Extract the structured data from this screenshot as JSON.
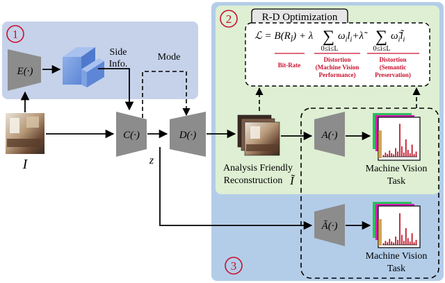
{
  "regions": {
    "r1": {
      "number": "1",
      "color": "#c6d2ea"
    },
    "r2": {
      "number": "2",
      "color": "#deefd3"
    },
    "r3": {
      "number": "3",
      "color": "#b3cde9"
    },
    "badge_color": "#c8102e"
  },
  "modules": {
    "encoder": "E(·)",
    "compressor": "C(·)",
    "decoder": "D(·)",
    "analysis": "A(·)",
    "analysis_tilde": "Ã(·)",
    "module_fill": "#8c8c8c"
  },
  "labels": {
    "side_info_line1": "Side",
    "side_info_line2": "Info.",
    "mode": "Mode",
    "input": "I",
    "latent": "z",
    "recon_line1": "Analysis Friendly",
    "recon_line2": "Reconstruction",
    "recon_symbol": "Ĩ",
    "mv_task_line1": "Machine Vision",
    "mv_task_line2": "Task"
  },
  "optimization": {
    "title": "R-D Optimization",
    "equation": "ℒ = B(R_Î) + λ Σ ω_i l_i + λ̃ Σ ω̃_i l̃_i",
    "sum_range_1": "0≤i≤L",
    "sum_range_2": "0≤i≤L",
    "term1": "Bit-Rate",
    "term2_line1": "Distortion",
    "term2_line2": "(Machine Vision",
    "term2_line3": "Performance)",
    "term3_line1": "Distortion",
    "term3_line2": "(Semantic",
    "term3_line3": "Preservation)",
    "term_color": "#c8102e"
  },
  "histogram": {
    "bar_color": "#c0152a",
    "values": [
      0.05,
      0.12,
      0.08,
      0.18,
      0.1,
      0.07,
      0.25,
      0.15,
      0.95,
      0.3,
      0.12,
      0.5,
      0.2,
      0.1,
      0.35,
      0.08,
      0.15
    ]
  }
}
